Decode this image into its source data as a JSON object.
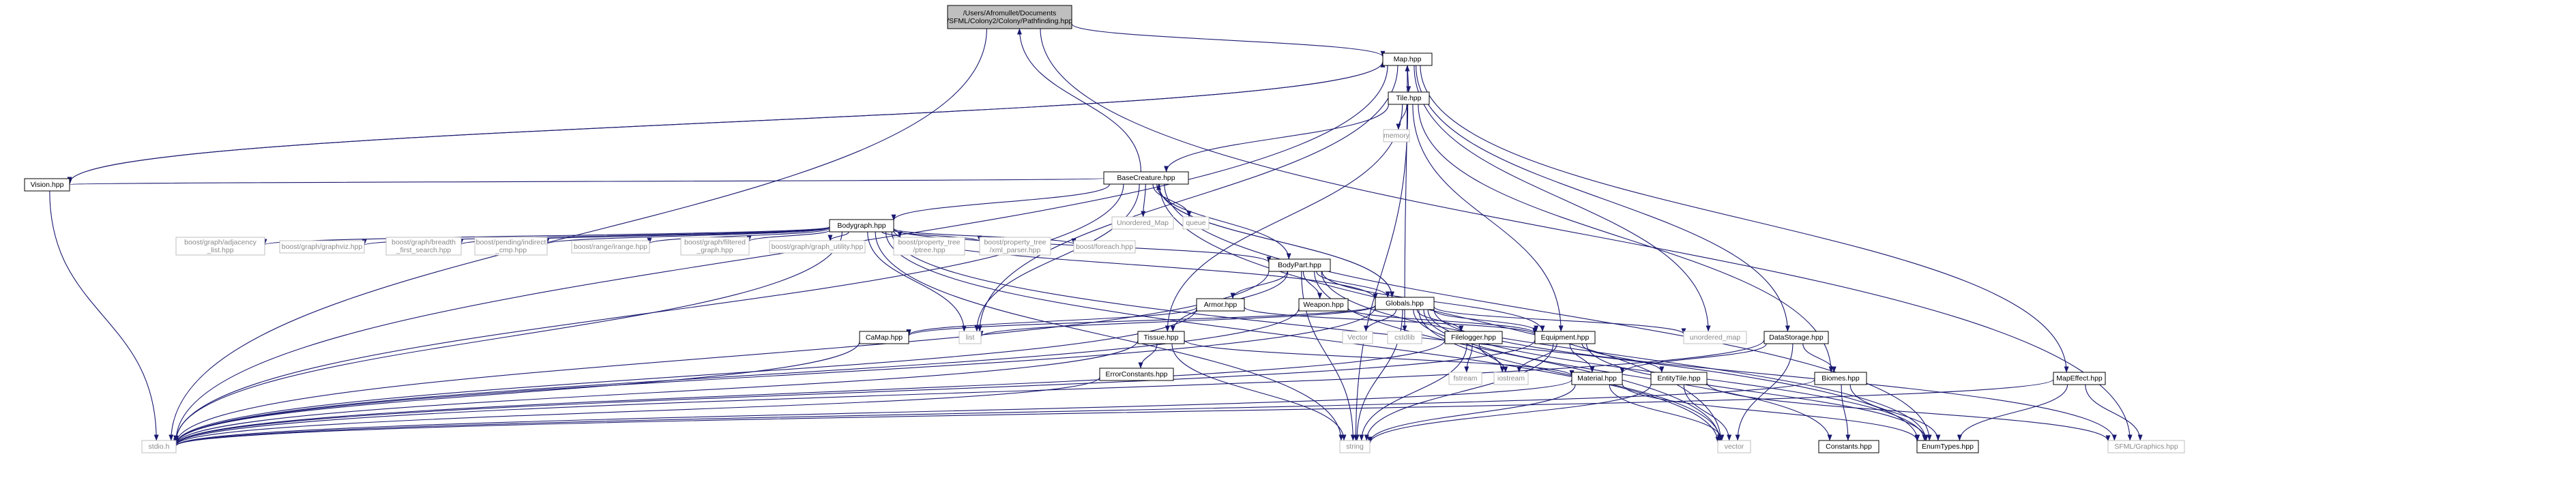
{
  "colors": {
    "edge": "#191970",
    "node_border": "#000000",
    "node_fill": "#ffffff",
    "root_fill": "#bfbfbf",
    "system_border": "#bfbfbf",
    "system_text": "#8a8a8a"
  },
  "nodes": [
    {
      "id": "root",
      "lines": [
        "/Users/Afromullet/Documents",
        "/SFML/Colony2/Colony/Pathfinding.hpp"
      ],
      "kind": "root"
    },
    {
      "id": "map",
      "lines": [
        "Map.hpp"
      ],
      "kind": "file"
    },
    {
      "id": "tile",
      "lines": [
        "Tile.hpp"
      ],
      "kind": "file"
    },
    {
      "id": "memory",
      "lines": [
        "memory"
      ],
      "kind": "system"
    },
    {
      "id": "basecreature",
      "lines": [
        "BaseCreature.hpp"
      ],
      "kind": "file"
    },
    {
      "id": "vision",
      "lines": [
        "Vision.hpp"
      ],
      "kind": "file"
    },
    {
      "id": "unordered_map_cap",
      "lines": [
        "Unordered_Map"
      ],
      "kind": "system"
    },
    {
      "id": "queue",
      "lines": [
        "queue"
      ],
      "kind": "system"
    },
    {
      "id": "bodygraph",
      "lines": [
        "Bodygraph.hpp"
      ],
      "kind": "file"
    },
    {
      "id": "bg_adj",
      "lines": [
        "boost/graph/adjacency",
        "_list.hpp"
      ],
      "kind": "system"
    },
    {
      "id": "bg_viz",
      "lines": [
        "boost/graph/graphviz.hpp"
      ],
      "kind": "system"
    },
    {
      "id": "bg_bfs",
      "lines": [
        "boost/graph/breadth",
        "_first_search.hpp"
      ],
      "kind": "system"
    },
    {
      "id": "bp_ind",
      "lines": [
        "boost/pending/indirect",
        "_cmp.hpp"
      ],
      "kind": "system"
    },
    {
      "id": "br_irange",
      "lines": [
        "boost/range/irange.hpp"
      ],
      "kind": "system"
    },
    {
      "id": "bg_filt",
      "lines": [
        "boost/graph/filtered",
        "_graph.hpp"
      ],
      "kind": "system"
    },
    {
      "id": "bg_util",
      "lines": [
        "boost/graph/graph_utility.hpp"
      ],
      "kind": "system"
    },
    {
      "id": "bpt_ptree",
      "lines": [
        "boost/property_tree",
        "/ptree.hpp"
      ],
      "kind": "system"
    },
    {
      "id": "bpt_xml",
      "lines": [
        "boost/property_tree",
        "/xml_parser.hpp"
      ],
      "kind": "system"
    },
    {
      "id": "bforeach",
      "lines": [
        "boost/foreach.hpp"
      ],
      "kind": "system"
    },
    {
      "id": "bodypart",
      "lines": [
        "BodyPart.hpp"
      ],
      "kind": "file"
    },
    {
      "id": "armor",
      "lines": [
        "Armor.hpp"
      ],
      "kind": "file"
    },
    {
      "id": "weapon",
      "lines": [
        "Weapon.hpp"
      ],
      "kind": "file"
    },
    {
      "id": "globals",
      "lines": [
        "Globals.hpp"
      ],
      "kind": "file"
    },
    {
      "id": "camap",
      "lines": [
        "CaMap.hpp"
      ],
      "kind": "file"
    },
    {
      "id": "list",
      "lines": [
        "list"
      ],
      "kind": "system"
    },
    {
      "id": "tissue",
      "lines": [
        "Tissue.hpp"
      ],
      "kind": "file"
    },
    {
      "id": "vector_cap",
      "lines": [
        "Vector"
      ],
      "kind": "system"
    },
    {
      "id": "cstdlib",
      "lines": [
        "cstdlib"
      ],
      "kind": "system"
    },
    {
      "id": "filelogger",
      "lines": [
        "Filelogger.hpp"
      ],
      "kind": "file"
    },
    {
      "id": "equipment",
      "lines": [
        "Equipment.hpp"
      ],
      "kind": "file"
    },
    {
      "id": "unordered_map",
      "lines": [
        "unordered_map"
      ],
      "kind": "system"
    },
    {
      "id": "datastorage",
      "lines": [
        "DataStorage.hpp"
      ],
      "kind": "file"
    },
    {
      "id": "errorconstants",
      "lines": [
        "ErrorConstants.hpp"
      ],
      "kind": "file"
    },
    {
      "id": "fstream",
      "lines": [
        "fstream"
      ],
      "kind": "system"
    },
    {
      "id": "iostream",
      "lines": [
        "iostream"
      ],
      "kind": "system"
    },
    {
      "id": "material",
      "lines": [
        "Material.hpp"
      ],
      "kind": "file"
    },
    {
      "id": "entitytile",
      "lines": [
        "EntityTile.hpp"
      ],
      "kind": "file"
    },
    {
      "id": "biomes",
      "lines": [
        "Biomes.hpp"
      ],
      "kind": "file"
    },
    {
      "id": "mapeffect",
      "lines": [
        "MapEffect.hpp"
      ],
      "kind": "file"
    },
    {
      "id": "stdio",
      "lines": [
        "stdio.h"
      ],
      "kind": "system"
    },
    {
      "id": "string",
      "lines": [
        "string"
      ],
      "kind": "system"
    },
    {
      "id": "vector",
      "lines": [
        "vector"
      ],
      "kind": "system"
    },
    {
      "id": "constants",
      "lines": [
        "Constants.hpp"
      ],
      "kind": "file"
    },
    {
      "id": "enumtypes",
      "lines": [
        "EnumTypes.hpp"
      ],
      "kind": "file"
    },
    {
      "id": "sfml_graphics",
      "lines": [
        "SFML/Graphics.hpp"
      ],
      "kind": "system"
    }
  ],
  "edges": [
    [
      "root",
      "map"
    ],
    [
      "root",
      "stdio"
    ],
    [
      "root",
      "sfml_graphics"
    ],
    [
      "map",
      "tile"
    ],
    [
      "map",
      "vision"
    ],
    [
      "map",
      "unordered_map"
    ],
    [
      "map",
      "datastorage"
    ],
    [
      "map",
      "mapeffect"
    ],
    [
      "map",
      "list"
    ],
    [
      "map",
      "stdio"
    ],
    [
      "tile",
      "memory"
    ],
    [
      "tile",
      "basecreature"
    ],
    [
      "tile",
      "equipment"
    ],
    [
      "tile",
      "string"
    ],
    [
      "tile",
      "tissue"
    ],
    [
      "tile",
      "biomes"
    ],
    [
      "basecreature",
      "root"
    ],
    [
      "basecreature",
      "vision"
    ],
    [
      "basecreature",
      "unordered_map_cap"
    ],
    [
      "basecreature",
      "queue"
    ],
    [
      "basecreature",
      "bodygraph"
    ],
    [
      "basecreature",
      "bodypart"
    ],
    [
      "basecreature",
      "list"
    ],
    [
      "basecreature",
      "globals"
    ],
    [
      "basecreature",
      "stdio"
    ],
    [
      "basecreature",
      "vector"
    ],
    [
      "basecreature",
      "enumtypes"
    ],
    [
      "vision",
      "map"
    ],
    [
      "vision",
      "stdio"
    ],
    [
      "bodygraph",
      "bg_adj"
    ],
    [
      "bodygraph",
      "bg_viz"
    ],
    [
      "bodygraph",
      "bg_bfs"
    ],
    [
      "bodygraph",
      "bp_ind"
    ],
    [
      "bodygraph",
      "br_irange"
    ],
    [
      "bodygraph",
      "bg_filt"
    ],
    [
      "bodygraph",
      "bg_util"
    ],
    [
      "bodygraph",
      "bpt_ptree"
    ],
    [
      "bodygraph",
      "bpt_xml"
    ],
    [
      "bodygraph",
      "bforeach"
    ],
    [
      "bodygraph",
      "bodypart"
    ],
    [
      "bodygraph",
      "list"
    ],
    [
      "bodygraph",
      "stdio"
    ],
    [
      "bodygraph",
      "string"
    ],
    [
      "bodygraph",
      "globals"
    ],
    [
      "bodygraph",
      "vector"
    ],
    [
      "bodygraph",
      "enumtypes"
    ],
    [
      "bodypart",
      "armor"
    ],
    [
      "bodypart",
      "weapon"
    ],
    [
      "bodypart",
      "tissue"
    ],
    [
      "bodypart",
      "globals"
    ],
    [
      "bodypart",
      "stdio"
    ],
    [
      "bodypart",
      "string"
    ],
    [
      "bodypart",
      "enumtypes"
    ],
    [
      "bodypart",
      "vector"
    ],
    [
      "bodypart",
      "equipment"
    ],
    [
      "armor",
      "camap"
    ],
    [
      "armor",
      "equipment"
    ],
    [
      "armor",
      "stdio"
    ],
    [
      "weapon",
      "equipment"
    ],
    [
      "weapon",
      "stdio"
    ],
    [
      "globals",
      "basecreature"
    ],
    [
      "globals",
      "map"
    ],
    [
      "globals",
      "camap"
    ],
    [
      "globals",
      "list"
    ],
    [
      "globals",
      "vector_cap"
    ],
    [
      "globals",
      "cstdlib"
    ],
    [
      "globals",
      "filelogger"
    ],
    [
      "globals",
      "equipment"
    ],
    [
      "globals",
      "unordered_map"
    ],
    [
      "globals",
      "iostream"
    ],
    [
      "globals",
      "string"
    ],
    [
      "globals",
      "stdio"
    ],
    [
      "globals",
      "vector"
    ],
    [
      "globals",
      "enumtypes"
    ],
    [
      "globals",
      "constants"
    ],
    [
      "globals",
      "sfml_graphics"
    ],
    [
      "camap",
      "stdio"
    ],
    [
      "tissue",
      "errorconstants"
    ],
    [
      "tissue",
      "material"
    ],
    [
      "tissue",
      "stdio"
    ],
    [
      "tissue",
      "string"
    ],
    [
      "filelogger",
      "fstream"
    ],
    [
      "filelogger",
      "iostream"
    ],
    [
      "filelogger",
      "string"
    ],
    [
      "filelogger",
      "stdio"
    ],
    [
      "equipment",
      "iostream"
    ],
    [
      "equipment",
      "material"
    ],
    [
      "equipment",
      "entitytile"
    ],
    [
      "equipment",
      "stdio"
    ],
    [
      "equipment",
      "string"
    ],
    [
      "equipment",
      "enumtypes"
    ],
    [
      "datastorage",
      "material"
    ],
    [
      "datastorage",
      "biomes"
    ],
    [
      "datastorage",
      "vector"
    ],
    [
      "datastorage",
      "stdio"
    ],
    [
      "errorconstants",
      "stdio"
    ],
    [
      "material",
      "stdio"
    ],
    [
      "material",
      "string"
    ],
    [
      "material",
      "vector"
    ],
    [
      "material",
      "enumtypes"
    ],
    [
      "entitytile",
      "vector"
    ],
    [
      "entitytile",
      "sfml_graphics"
    ],
    [
      "entitytile",
      "string"
    ],
    [
      "biomes",
      "constants"
    ],
    [
      "biomes",
      "enumtypes"
    ],
    [
      "biomes",
      "stdio"
    ],
    [
      "mapeffect",
      "enumtypes"
    ],
    [
      "mapeffect",
      "sfml_graphics"
    ],
    [
      "mapeffect",
      "stdio"
    ]
  ]
}
